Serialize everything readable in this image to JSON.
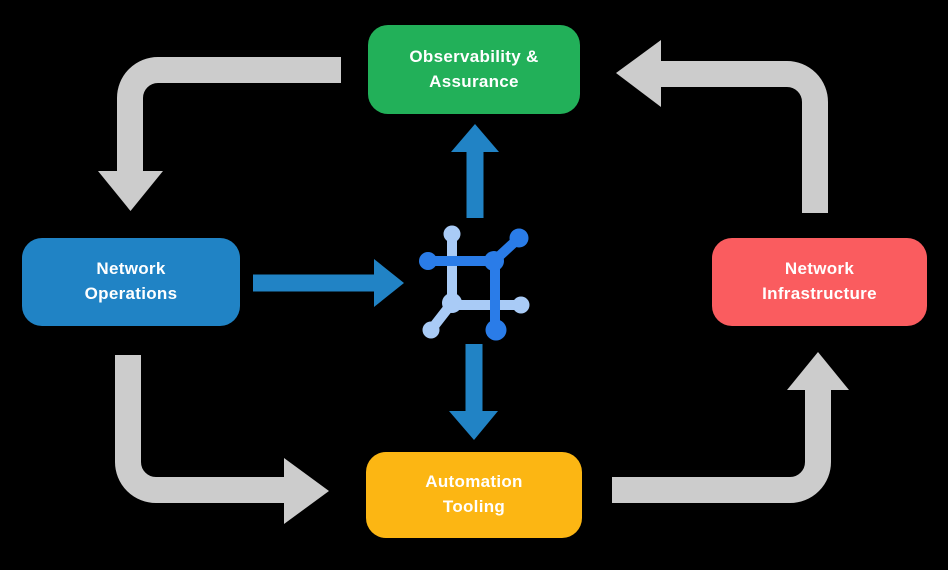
{
  "diagram": {
    "background": "#000000",
    "nodes": {
      "observability": {
        "line1": "Observability &",
        "line2": "Assurance",
        "color": "#22B059",
        "text_color": "#FFFFFF"
      },
      "operations": {
        "line1": "Network",
        "line2": "Operations",
        "color": "#2083C5",
        "text_color": "#FFFFFF"
      },
      "infrastructure": {
        "line1": "Network",
        "line2": "Infrastructure",
        "color": "#FA5C5F",
        "text_color": "#FFFFFF"
      },
      "automation": {
        "line1": "Automation",
        "line2": "Tooling",
        "color": "#FCB613",
        "text_color": "#FFFFFF"
      }
    },
    "cycle_arrows": {
      "color": "#CCCCCC",
      "items": [
        {
          "from": "Observability & Assurance",
          "to": "Network Operations"
        },
        {
          "from": "Network Operations",
          "to": "Automation Tooling"
        },
        {
          "from": "Automation Tooling",
          "to": "Network Infrastructure"
        },
        {
          "from": "Network Infrastructure",
          "to": "Observability & Assurance"
        }
      ]
    },
    "flow_arrows": {
      "color": "#2183C5",
      "items": [
        {
          "from": "Network Operations",
          "to": "center platform"
        },
        {
          "from": "center platform",
          "to": "Observability & Assurance"
        },
        {
          "from": "center platform",
          "to": "Automation Tooling"
        }
      ]
    },
    "center_icon": {
      "semantic": "network-mesh-icon",
      "color_primary": "#2A7CE8",
      "color_secondary": "#A9CBF6"
    }
  }
}
